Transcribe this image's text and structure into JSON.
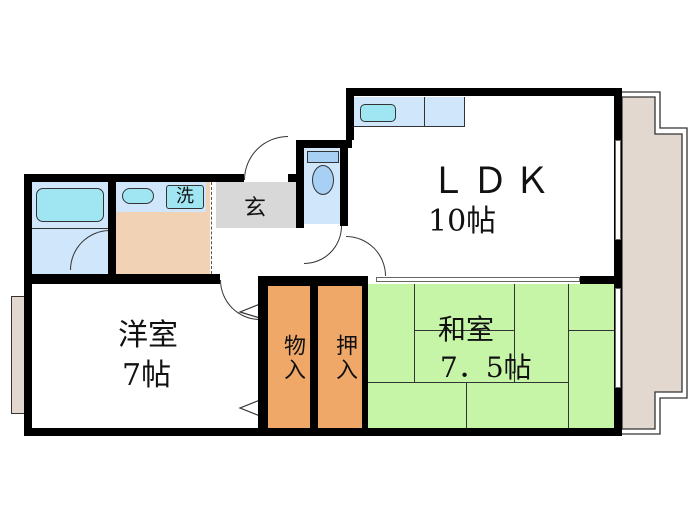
{
  "floorplan": {
    "colors": {
      "wall": "#000000",
      "wet_area": "#cfe6fb",
      "fixture": "#9fe6f2",
      "washroom_floor": "#f2d2b4",
      "entrance": "#d8d8d8",
      "closet": "#f0a868",
      "tatami": "#c6f5a8",
      "balcony": "#e2d8cf",
      "room": "#ffffff"
    },
    "rooms": {
      "ldk": {
        "name": "ＬＤＫ",
        "size": "10帖"
      },
      "western": {
        "name": "洋室",
        "size": "7帖"
      },
      "japanese": {
        "name": "和室",
        "size": "7．5帖"
      },
      "closet_storage": {
        "label": "物入"
      },
      "closet_oshiire": {
        "label": "押入"
      },
      "entrance": {
        "label": "玄"
      },
      "washer": {
        "label": "洗"
      }
    }
  }
}
